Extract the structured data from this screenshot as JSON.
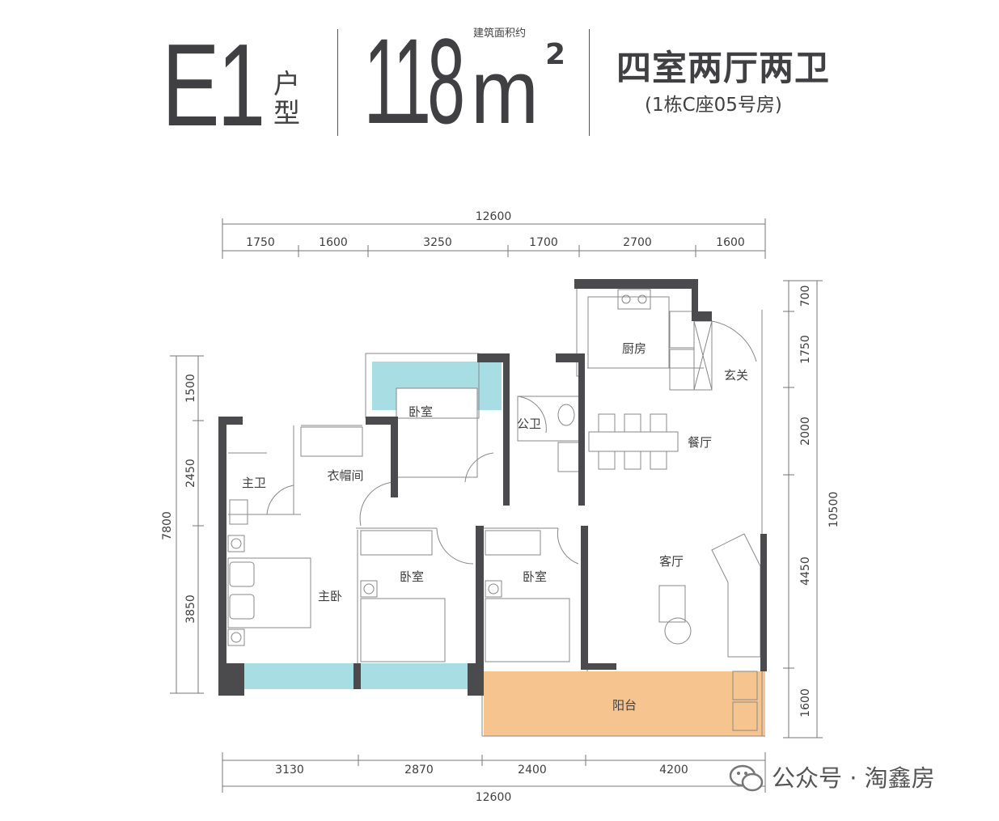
{
  "header": {
    "unit_code": "E1",
    "unit_word": "户型",
    "area_value": "118",
    "area_unit": "m",
    "area_sup": "2",
    "area_label": "建筑面积约",
    "layout": "四室两厅两卫",
    "location": "(1栋C座05号房)"
  },
  "dimensions": {
    "top_total": "12600",
    "top": [
      "1750",
      "1600",
      "3250",
      "1700",
      "2700",
      "1600"
    ],
    "right": [
      "700",
      "1750",
      "2000",
      "4450",
      "1600"
    ],
    "right_total": "10500",
    "left": [
      "1500",
      "2450",
      "3850"
    ],
    "left_total": "7800",
    "bottom": [
      "3130",
      "2870",
      "2400",
      "4200"
    ],
    "bottom_total": "12600"
  },
  "rooms": {
    "kitchen": "厨房",
    "entrance": "玄关",
    "bedroom_north": "卧室",
    "public_bath": "公卫",
    "dining": "餐厅",
    "cloakroom": "衣帽间",
    "master_bath": "主卫",
    "living": "客厅",
    "bedroom_mid": "卧室",
    "bedroom_east": "卧室",
    "master_bedroom": "主卧",
    "balcony": "阳台"
  },
  "colors": {
    "wall": "#4b4b4d",
    "bay_window": "#a9dde4",
    "balcony": "#f6c48f"
  },
  "watermark": {
    "icon": "wechat-icon",
    "text": "公众号 · 淘鑫房"
  }
}
